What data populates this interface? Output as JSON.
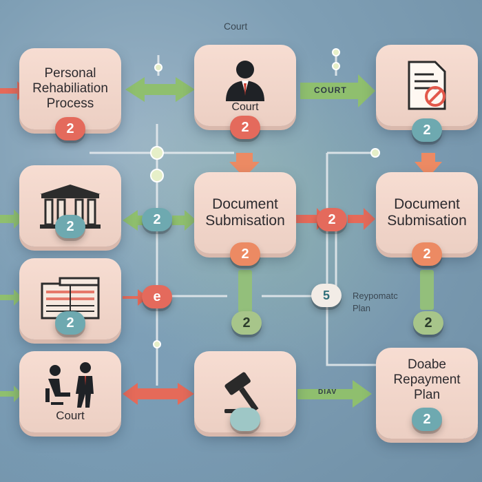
{
  "header": {
    "title": "Court"
  },
  "cards": {
    "personal": {
      "label_lines": [
        "Personal",
        "Rehabiliation",
        "Process"
      ],
      "badge": "2"
    },
    "court_top": {
      "label": "Court",
      "badge": "2"
    },
    "document_top": {
      "badge": "2"
    },
    "bank": {
      "badge": "2"
    },
    "doc_sub_mid": {
      "label_lines": [
        "Document",
        "Submisation"
      ],
      "badge": "2"
    },
    "doc_sub_right": {
      "label_lines": [
        "Document",
        "Submisation"
      ],
      "badge": "2"
    },
    "building": {
      "badge": "2"
    },
    "court_bottom": {
      "label": "Court",
      "badge": "2"
    },
    "gavel": {
      "badge": ""
    },
    "repayment": {
      "label_lines": [
        "Doabe",
        "Repayment",
        "Plan"
      ],
      "badge": "2"
    }
  },
  "nodes": {
    "row2_left": "2",
    "row2_center": "2",
    "row3_left": "e",
    "row3_center_five": "5",
    "row3_right_b": "2"
  },
  "arrows": {
    "court_arrow": "COURT",
    "bottom_arrow": "DIAV"
  },
  "floating": {
    "repayment_lines": [
      "Reypomatc",
      "Plan"
    ]
  },
  "colors": {
    "card": "#f7ddd2",
    "green_arrow": "#8fbf6e",
    "red_arrow": "#e56a59",
    "teal": "#6ea9b0"
  }
}
